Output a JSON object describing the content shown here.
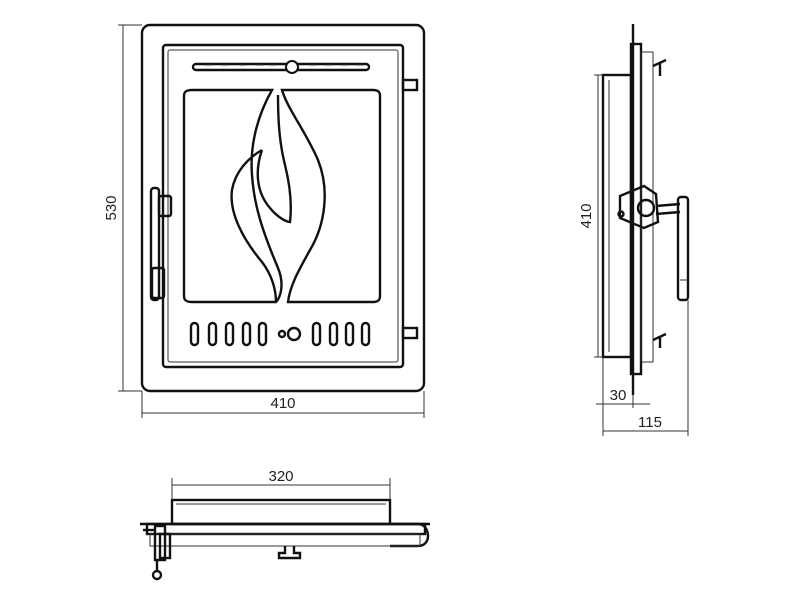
{
  "dimensions": {
    "front_height": "530",
    "front_width": "410",
    "side_glass_height": "410",
    "side_depth_small": "30",
    "side_depth_total": "115",
    "bottom_width": "320"
  },
  "colors": {
    "line": "#111111",
    "dim_line": "#333333",
    "background": "#ffffff"
  },
  "views": {
    "front": "front-view",
    "side": "side-view",
    "bottom": "bottom-view"
  }
}
